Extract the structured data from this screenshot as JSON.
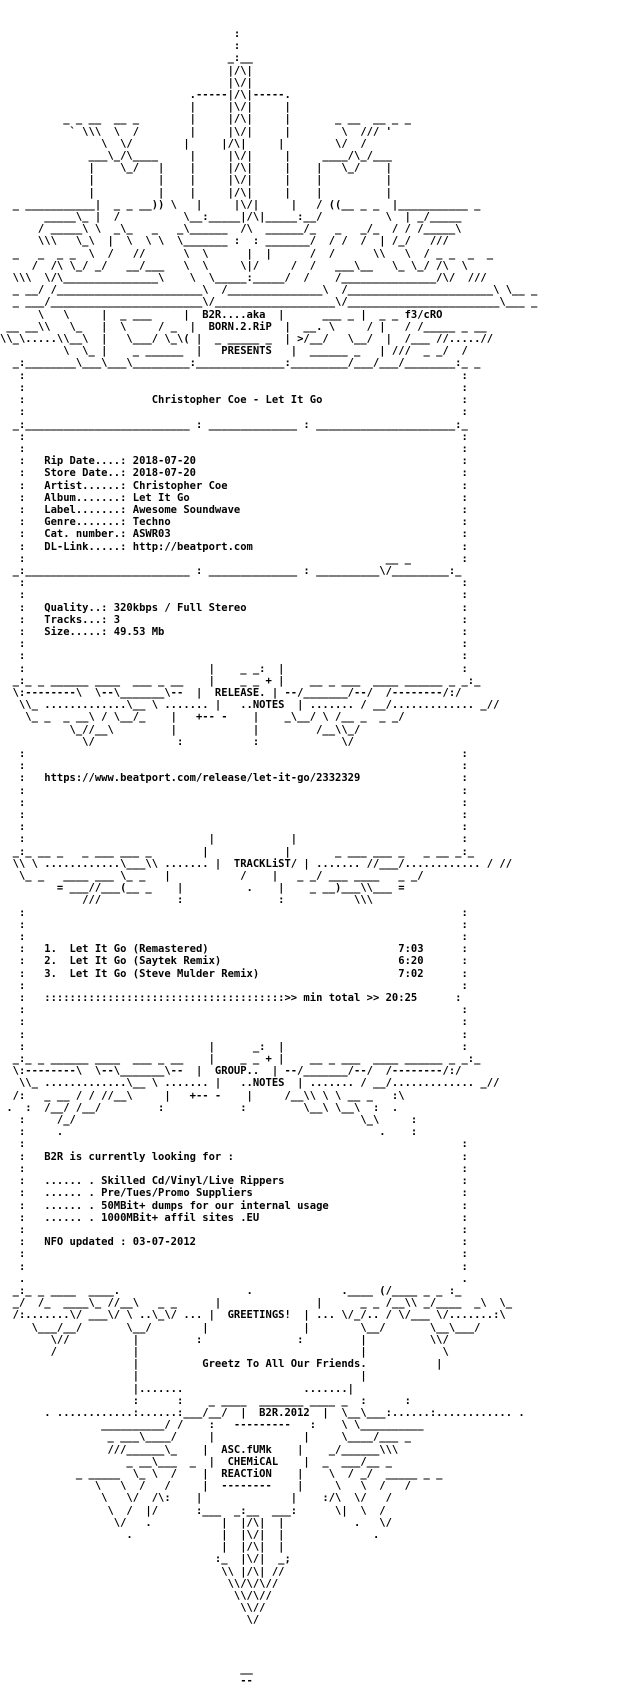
{
  "nfo_lines": [
    "                                     :",
    "                                     :",
    "                                    _:__",
    "                                    |/\\|",
    "                                    |\\/|",
    "                              .-----|/\\|-----.",
    "                              |     |\\/|     |",
    "          _ _ __  __ _        |     |/\\|     |       _ __  __ _ _",
    "           ` \\\\\\  \\  /        |     |\\/|     |        \\  /// '",
    "                \\  \\/        |     |/\\|     |        \\/  /",
    "              ___\\_/\\____     |     |\\/|     |     ____/\\_/___",
    "              |    \\_/   |    |     |/\\|     |    |   \\_/    |",
    "              |          |    |     |\\/|     |    |          |",
    "              |          |    |     |/\\|     |    |          |",
    "  _ ___________|  _ _ __)) \\   |     |\\/|     |   / ((__ _ _  |___________ _",
    "       _____\\_ |  /          \\__:_____|/\\|_____:__/          \\  | _/_____",
    "      / _____\\ \\  _\\_   _   _\\______  /\\  ______/_   _   _/_  / / /_____\\",
    "      \\\\\\   \\_\\  |  \\  \\ \\  \\_______ :  : _______/  / /  /  | /_/   ///",
    "  _   _  _ _  \\  /   //      \\  \\      |  |      /  /      \\\\   \\  / _ _  _  _",
    "     /  /\\ \\_/ _/   __/___   \\  \\     \\|/     /  /   ___\\__   \\_ \\_/ /\\  \\",
    "  \\\\\\  \\/\\_______________\\    \\  \\_____:_____/  /    /_______________/\\/  ///",
    "  _ __/ /_______________________\\  /_______________\\  /_______________________\\ \\__ _",
    "  _ ___/________________________\\/___________________\\/________________________\\___ _",
    "      \\   \\     |  _ ___     |  B2R....aka  |      ___ _ |  _ _ f3/cRO",
    " __ __\\\\   \\_   |  \\     / _  |  BORN.2.RiP  |  __. \\     / |   / /_____ _ __",
    "\\\\_\\.....\\\\__\\  |   \\___/ \\_\\( |  _ _____ _  | >/__/   \\__/  |  /___ //.....//",
    "          \\  \\_ |    _ ______  |   PRESENTS   |  ______ _   | ///  _ _/  /",
    "  _:________\\___\\___\\_________:______________:_________/___/___/________:_ _",
    "   :                                                                     :",
    "   :                                                                     :",
    "   :                    Christopher Coe - Let It Go                      :",
    "   :                                                                     :",
    "  _:__________________________ : ______________ : ______________________:_",
    "   :                                                                     :",
    "   :                                                                     :",
    "   :   Rip Date....: 2018-07-20                                          :",
    "   :   Store Date..: 2018-07-20                                          :",
    "   :   Artist......: Christopher Coe                                     :",
    "   :   Album.......: Let It Go                                           :",
    "   :   Label.......: Awesome Soundwave                                   :",
    "   :   Genre.......: Techno                                              :",
    "   :   Cat. number.: ASWR03                                              :",
    "   :   DL-Link.....: http://beatport.com                                 :",
    "   :                                                         __ _        :",
    "  _:__________________________ : ______________ : __________\\/_________:_",
    "   :                                                                     :",
    "   :                                                                     :",
    "   :   Quality..: 320kbps / Full Stereo                                  :",
    "   :   Tracks...: 3                                                      :",
    "   :   Size.....: 49.53 Mb                                               :",
    "   :                                                                     :",
    "   :                                                                     :",
    "   :                             |    _ _:  |                            :",
    "  _:_ _ ______ ____  ___ _ __    |    _ _ + |    __ _ ___  ____ ______ _ _:_",
    "  \\:--------\\  \\--\\_______\\--  |  RELEASE. | --/_______/--/  /--------/:/",
    "   \\\\_ .............\\__ \\ ....... |   ..NOTES  | ....... / __/............. _//",
    "    \\_ _  _ __\\ / \\__/_    |   +-- -    |    _\\__/ \\ /__ _  _ _/",
    "           \\_//__\\         |            |         /__\\\\_/",
    "             \\/             :           :             \\/",
    "   :                                                                     :",
    "   :                                                                     :",
    "   :   https://www.beatport.com/release/let-it-go/2332329                :",
    "   :                                                                     :",
    "   :                                                                     :",
    "   :                                                                     :",
    "   :                                                                     :",
    "   :                             |            |                          :",
    "  _:_ __ _   _ ___ ___ _        |            |       _ ___ ___ _   _ __ _:_",
    "  \\\\ \\ ............\\___\\\\ ....... |  TRACKLiST/ | ....... //___/............ / //",
    "   \\_ _   ____ ___ \\_ _   |           /    |   _ _/ ___ ____   _ _/",
    "         = ___//___(__ _    |          .    |    _ __)___\\\\___ =",
    "             ///            :               :           \\\\\\",
    "   :                                                                     :",
    "   :                                                                     :",
    "   :                                                                     :",
    "   :   1.  Let It Go (Remastered)                              7:03      :",
    "   :   2.  Let It Go (Saytek Remix)                            6:20      :",
    "   :   3.  Let It Go (Steve Mulder Remix)                      7:02      :",
    "   :                                                                     :",
    "   :   ::::::::::::::::::::::::::::::::::::::>> min total >> 20:25      :",
    "   :                                                                     :",
    "   :                                                                     :",
    "   :                                                                     :",
    "   :                             |      _:  |                            :",
    "  _:_ _ ______ ____  ___ _ __    |    _ _ + |    __ _ ___  ____ ______ _ _:_",
    "  \\:--------\\  \\--\\_______\\--  |  GROUP..  | --/_______/--/  /--------/:/",
    "   \\\\_ .............\\__ \\ ....... |   ..NOTES  | ....... / __/............. _//",
    "  /:   _ __ / / //__\\     |   +-- -    |     /__\\\\ \\ \\ __ _   :\\",
    " .  :  /__/ /__/         :            :         \\__\\ \\__\\  :  .",
    "   :     /_/                                             \\_\\     :",
    "   :     .                                                  .    :",
    "   :                                                                     :",
    "   :   B2R is currently looking for :                                    :",
    "   :                                                                     :",
    "   :   ...... . Skilled Cd/Vinyl/Live Rippers                            :",
    "   :   ...... . Pre/Tues/Promo Suppliers                                 :",
    "   :   ...... . 50MBit+ dumps for our internal usage                     :",
    "   :   ...... . 1000MBit+ affil sites .EU                                :",
    "   :                                                                     :",
    "   :   NFO updated : 03-07-2012                                          :",
    "   :                                                                     :",
    "   :                                                                     :",
    "   .                                                                     .",
    "  _:_ _ ____  ____.                    .              .____ (/____ _ _ :_",
    "  _/  /_  ____\\_ //__\\   _ _      |               |      _ _ /__\\\\ _/____  _\\  \\_",
    "  /:.......\\/ ___\\/ \\ ..\\_\\/ ... |  GREETINGS!  | ... \\/_/.. / \\/___ \\/.......:\\",
    "     \\___/__/       \\__/        |               |        \\__/       \\__\\___/",
    "        \\//          |         :               :         |          \\\\/",
    "        /            |                                   |            \\",
    "                     |          Greetz To All Our Friends.           |",
    "                     |                                   |",
    "                     |.......                   .......|",
    "                     :      :    _ ____  _______ ____ _  :      :",
    "       . ............:......:___/__/  |  B2R.2012  |  \\__\\___:......:............ .",
    "                __________/ /    :   ---------   :    \\ \\__________",
    "                 _ ___\\____/     |              |     \\____/___ _",
    "                 ///______\\_    |  ASC.fUMk    |    _/______\\\\\\",
    "                    _ __\\___  _  |  CHEMiCAL    |  _  ___/__ _",
    "            _ _____  \\_ \\  /    |  REACTiON    |    \\  / _/  _____ _ _",
    "               \\   \\  /   /     |  --------    |     \\   \\  /   /",
    "                \\   \\/  /\\:    |              |    :/\\  \\/   /",
    "                 \\  /  |/      :___  _:__  ___:      \\|  \\  /",
    "                  \\/   .           |  |/\\|  |           .   \\/",
    "                    .              |  |\\/|  |              .",
    "                                   |  |/\\|  |",
    "                                  :_  |\\/|  _;",
    "                                   \\\\ |/\\| //",
    "                                    \\\\/\\/\\//",
    "                                     \\\\/\\//",
    "                                      \\\\//",
    "                                       \\/",
    "",
    "",
    "",
    "                                      __",
    "                                      --"
  ]
}
